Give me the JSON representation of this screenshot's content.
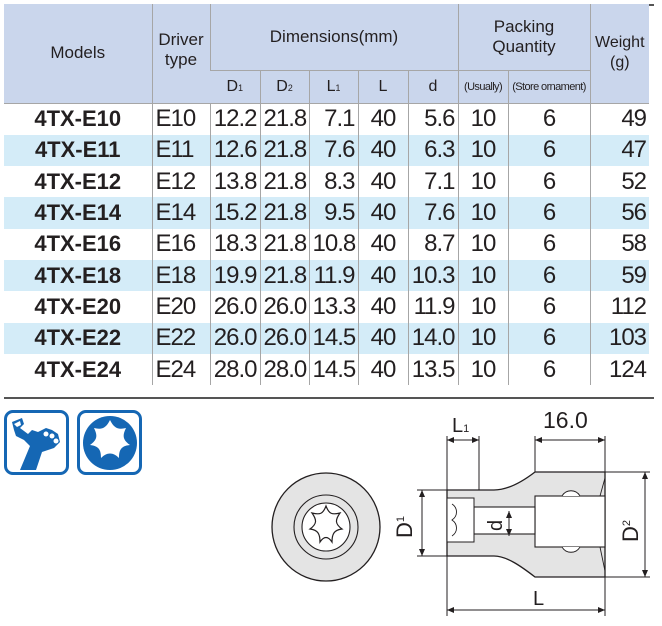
{
  "table": {
    "headers": {
      "models": "Models",
      "driver_type_line1": "Driver",
      "driver_type_line2": "type",
      "dimensions": "Dimensions(mm)",
      "packing_line1": "Packing",
      "packing_line2": "Quantity",
      "weight_line1": "Weight",
      "weight_line2": "(g)",
      "d1": "D",
      "d1_sub": "1",
      "d2": "D",
      "d2_sub": "2",
      "l1": "L",
      "l1_sub": "1",
      "l": "L",
      "d": "d",
      "usually": "(Usually)",
      "store": "(Store ornament)"
    },
    "rows": [
      {
        "model": "4TX-E10",
        "driver": "E10",
        "d1": "12.2",
        "d2": "21.8",
        "l1": "7.1",
        "l": "40",
        "d": "5.6",
        "usually": "10",
        "store": "6",
        "weight": "49"
      },
      {
        "model": "4TX-E11",
        "driver": "E11",
        "d1": "12.6",
        "d2": "21.8",
        "l1": "7.6",
        "l": "40",
        "d": "6.3",
        "usually": "10",
        "store": "6",
        "weight": "47"
      },
      {
        "model": "4TX-E12",
        "driver": "E12",
        "d1": "13.8",
        "d2": "21.8",
        "l1": "8.3",
        "l": "40",
        "d": "7.1",
        "usually": "10",
        "store": "6",
        "weight": "52"
      },
      {
        "model": "4TX-E14",
        "driver": "E14",
        "d1": "15.2",
        "d2": "21.8",
        "l1": "9.5",
        "l": "40",
        "d": "7.6",
        "usually": "10",
        "store": "6",
        "weight": "56"
      },
      {
        "model": "4TX-E16",
        "driver": "E16",
        "d1": "18.3",
        "d2": "21.8",
        "l1": "10.8",
        "l": "40",
        "d": "8.7",
        "usually": "10",
        "store": "6",
        "weight": "58"
      },
      {
        "model": "4TX-E18",
        "driver": "E18",
        "d1": "19.9",
        "d2": "21.8",
        "l1": "11.9",
        "l": "40",
        "d": "10.3",
        "usually": "10",
        "store": "6",
        "weight": "59"
      },
      {
        "model": "4TX-E20",
        "driver": "E20",
        "d1": "26.0",
        "d2": "26.0",
        "l1": "13.3",
        "l": "40",
        "d": "11.9",
        "usually": "10",
        "store": "6",
        "weight": "112"
      },
      {
        "model": "4TX-E22",
        "driver": "E22",
        "d1": "26.0",
        "d2": "26.0",
        "l1": "14.5",
        "l": "40",
        "d": "14.0",
        "usually": "10",
        "store": "6",
        "weight": "103"
      },
      {
        "model": "4TX-E24",
        "driver": "E24",
        "d1": "28.0",
        "d2": "28.0",
        "l1": "14.5",
        "l": "40",
        "d": "13.5",
        "usually": "10",
        "store": "6",
        "weight": "124"
      }
    ]
  },
  "icons": [
    {
      "name": "hand-wrench-icon"
    },
    {
      "name": "torx-star-icon"
    }
  ],
  "diagram": {
    "top_dimension": "16.0",
    "label_l1": "L",
    "label_l1_sub": "1",
    "label_d1": "D",
    "label_d1_sub": "1",
    "label_d": "d",
    "label_d2": "D",
    "label_d2_sub": "2",
    "label_l": "L"
  },
  "colors": {
    "header_bg": "#cad6ec",
    "alt_row_bg": "#d4ecf8",
    "icon_blue": "#1567b4",
    "diagram_fill": "#e4e4e4"
  }
}
